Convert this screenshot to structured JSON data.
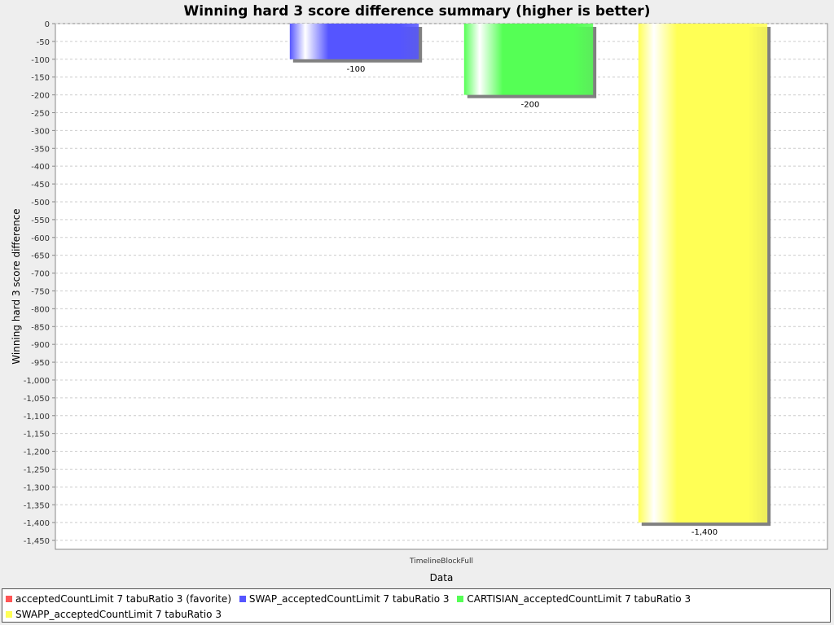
{
  "chart_data": {
    "type": "bar",
    "title": "Winning hard 3 score difference summary (higher is better)",
    "xlabel": "Data",
    "ylabel": "Winning hard 3 score difference",
    "categories": [
      "TimelineBlockFull"
    ],
    "ylim": [
      -1475,
      0
    ],
    "ytick_step": 50,
    "grid": true,
    "legend_position": "bottom",
    "series": [
      {
        "name": "acceptedCountLimit 7 tabuRatio 3 (favorite)",
        "color": "#ff5555",
        "values": [
          0
        ]
      },
      {
        "name": "SWAP_acceptedCountLimit 7 tabuRatio 3",
        "color": "#5555ff",
        "values": [
          -100
        ]
      },
      {
        "name": "CARTISIAN_acceptedCountLimit 7 tabuRatio 3",
        "color": "#55ff55",
        "values": [
          -200
        ]
      },
      {
        "name": "SWAPP_acceptedCountLimit 7 tabuRatio 3",
        "color": "#ffff55",
        "values": [
          -1400
        ]
      }
    ]
  }
}
